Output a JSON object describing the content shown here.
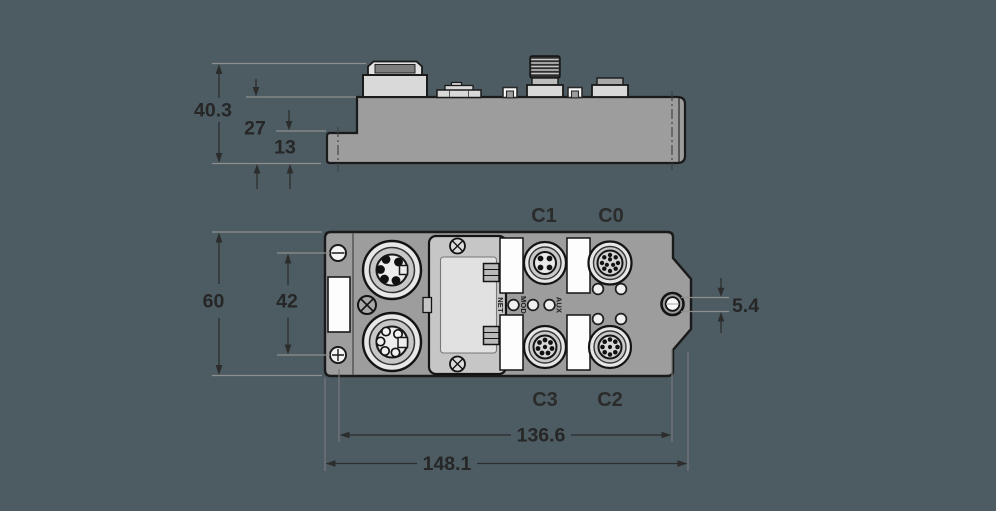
{
  "colors": {
    "background": "#4c5c62",
    "device_body": "#9d9d9d",
    "light_parts": "#d9d9d9",
    "outline": "#1a1a1a",
    "dimension_text": "#262626",
    "extension_line": "#8f8f8f",
    "label_windows": "#fdfdfd"
  },
  "side_view": {
    "dimensions": {
      "total_height": "40.3",
      "housing_height": "27",
      "flange_height": "13"
    }
  },
  "front_view": {
    "dimensions": {
      "height": "60",
      "mounting_hole_spacing_vertical": "42",
      "mounting_hole_diameter": "5.4",
      "mounting_hole_spacing_horizontal": "136.6",
      "overall_width": "148.1"
    },
    "port_labels": {
      "top_left": "C1",
      "top_right": "C0",
      "bottom_left": "C3",
      "bottom_right": "C2"
    },
    "led_labels": {
      "net": "NET",
      "mod": "MOD",
      "aux": "AUX"
    }
  }
}
